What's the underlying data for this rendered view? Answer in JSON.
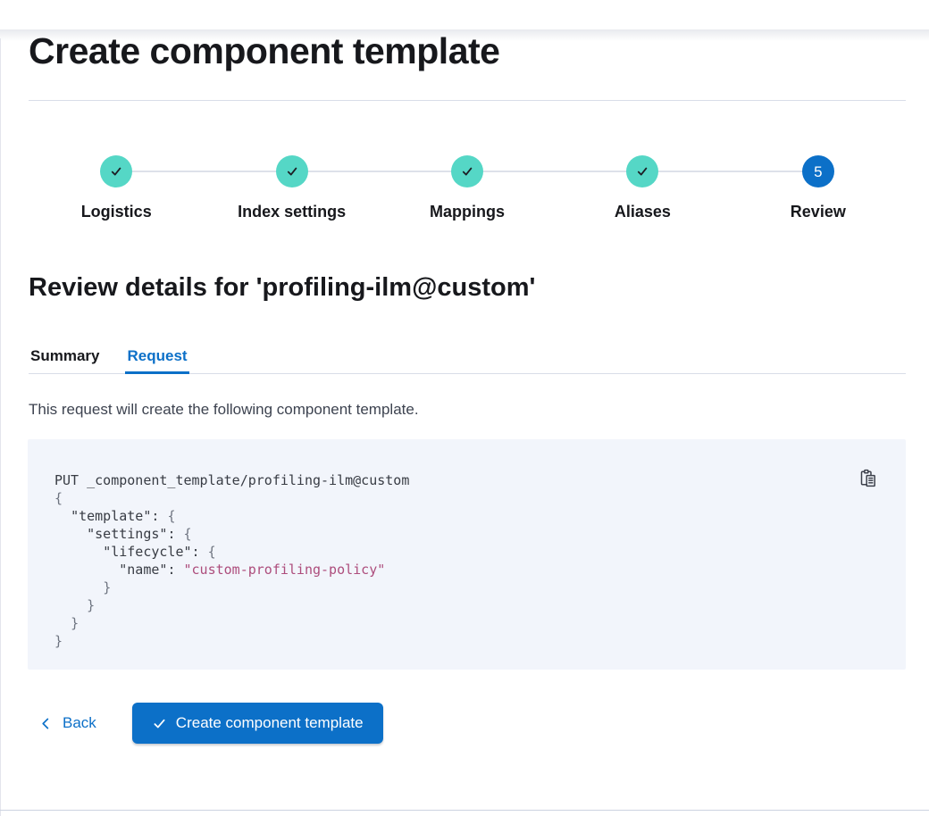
{
  "colors": {
    "primary": "#0c70c8",
    "success": "#55d7c6",
    "ink": "#17181c",
    "text": "#3d4350",
    "line": "#d9dde8",
    "connector": "#dde1ea",
    "code-bg": "#f2f5fb",
    "code-text": "#383c44",
    "code-brace": "#6e7480",
    "code-string": "#ad4d7c"
  },
  "page": {
    "title": "Create component template"
  },
  "stepper": {
    "steps": [
      {
        "label": "Logistics",
        "state": "complete",
        "icon": "check-icon"
      },
      {
        "label": "Index settings",
        "state": "complete",
        "icon": "check-icon"
      },
      {
        "label": "Mappings",
        "state": "complete",
        "icon": "check-icon"
      },
      {
        "label": "Aliases",
        "state": "complete",
        "icon": "check-icon"
      },
      {
        "label": "Review",
        "state": "selected",
        "number": "5"
      }
    ]
  },
  "review": {
    "heading": "Review details for 'profiling-ilm@custom'",
    "description": "This request will create the following component template."
  },
  "tabs": [
    {
      "label": "Summary",
      "active": false
    },
    {
      "label": "Request",
      "active": true
    }
  ],
  "code": {
    "copy_icon": "copy-clipboard-icon",
    "lines": [
      {
        "tokens": [
          {
            "text": "PUT _component_template/profiling-ilm@custom",
            "type": "plain"
          }
        ]
      },
      {
        "tokens": [
          {
            "text": "{",
            "type": "brace"
          }
        ]
      },
      {
        "tokens": [
          {
            "text": "  ",
            "type": "plain"
          },
          {
            "text": "\"template\"",
            "type": "key"
          },
          {
            "text": ": ",
            "type": "plain"
          },
          {
            "text": "{",
            "type": "brace"
          }
        ]
      },
      {
        "tokens": [
          {
            "text": "    ",
            "type": "plain"
          },
          {
            "text": "\"settings\"",
            "type": "key"
          },
          {
            "text": ": ",
            "type": "plain"
          },
          {
            "text": "{",
            "type": "brace"
          }
        ]
      },
      {
        "tokens": [
          {
            "text": "      ",
            "type": "plain"
          },
          {
            "text": "\"lifecycle\"",
            "type": "key"
          },
          {
            "text": ": ",
            "type": "plain"
          },
          {
            "text": "{",
            "type": "brace"
          }
        ]
      },
      {
        "tokens": [
          {
            "text": "        ",
            "type": "plain"
          },
          {
            "text": "\"name\"",
            "type": "key"
          },
          {
            "text": ": ",
            "type": "plain"
          },
          {
            "text": "\"custom-profiling-policy\"",
            "type": "string"
          }
        ]
      },
      {
        "tokens": [
          {
            "text": "      ",
            "type": "plain"
          },
          {
            "text": "}",
            "type": "brace"
          }
        ]
      },
      {
        "tokens": [
          {
            "text": "    ",
            "type": "plain"
          },
          {
            "text": "}",
            "type": "brace"
          }
        ]
      },
      {
        "tokens": [
          {
            "text": "  ",
            "type": "plain"
          },
          {
            "text": "}",
            "type": "brace"
          }
        ]
      },
      {
        "tokens": [
          {
            "text": "}",
            "type": "brace"
          }
        ]
      }
    ]
  },
  "footer": {
    "back_label": "Back",
    "submit_label": "Create component template"
  }
}
